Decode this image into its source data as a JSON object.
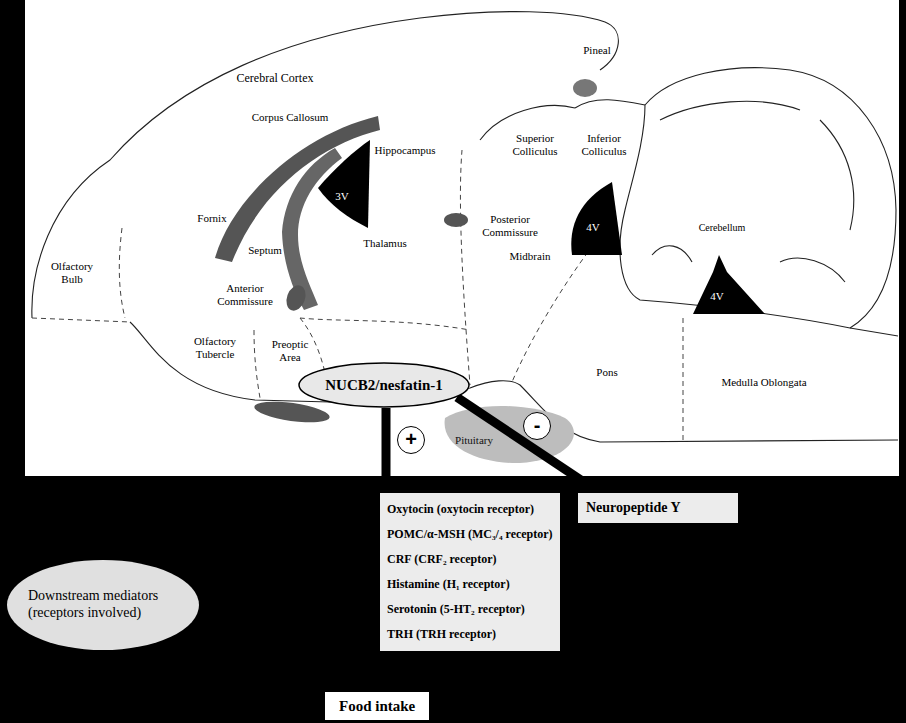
{
  "diagram": {
    "nodes": [
      {
        "text": [
          "NUCB2/nesfatin-1"
        ]
      },
      {
        "text": [
          "Oxytocin (oxytocin receptor)",
          "POMC/α-MSH (MC₃/₄ receptor)",
          "CRF (CRF₂ receptor)",
          "Histamine (H₁ receptor)",
          "Serotonin (5-HT₂ receptor)",
          "TRH (TRH receptor)"
        ]
      },
      {
        "text": [
          "Neuropeptide Y"
        ]
      },
      {
        "text": [
          "Downstream mediators (receptors involved)"
        ]
      },
      {
        "text": [
          "Food intake"
        ]
      }
    ],
    "edges": [
      {
        "from": 0,
        "to": 1,
        "arrow": "none",
        "label": "+"
      },
      {
        "from": 0,
        "to": 2,
        "arrow": "none",
        "label": "-"
      }
    ],
    "labels": [
      "Cerebral Cortex",
      "Pineal",
      "Corpus Callosum",
      "Hippocampus",
      "Superior Colliculus",
      "Inferior Colliculus",
      "3V",
      "Fornix",
      "Posterior Commissure",
      "4V",
      "Cerebellum",
      "Olfactory Bulb",
      "Septum",
      "Thalamus",
      "Midbrain",
      "4V",
      "Anterior Commissure",
      "Olfactory Tubercle",
      "Preoptic Area",
      "Pons",
      "Medulla Oblongata",
      "Pituitary"
    ]
  }
}
